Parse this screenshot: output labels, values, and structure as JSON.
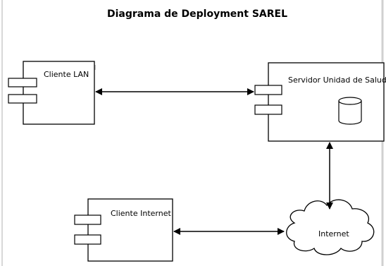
{
  "title": "Diagrama de Deployment SAREL",
  "nodes": {
    "cliente_lan": {
      "label": "Cliente LAN"
    },
    "servidor": {
      "label": "Servidor Unidad de Salud"
    },
    "cliente_internet": {
      "label": "Cliente Internet"
    },
    "internet": {
      "label": "Internet"
    }
  },
  "colors": {
    "line": "#000000",
    "background": "#ffffff",
    "shadow": "#c8c8c8"
  }
}
